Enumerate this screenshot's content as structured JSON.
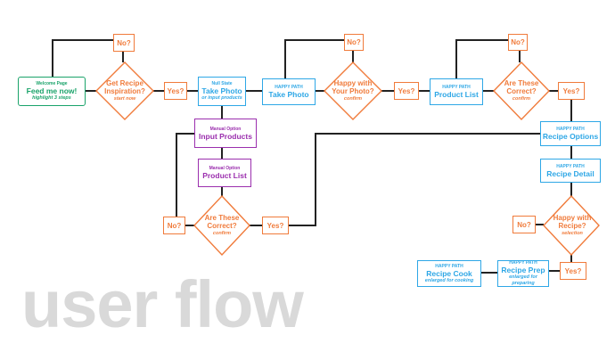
{
  "watermark": "user flow",
  "colors": {
    "line": "#222222",
    "green": "#1aa36a",
    "blue": "#2ea7e6",
    "purple": "#9b2fae",
    "orange": "#f07b3b",
    "watermark": "#d9d9d9"
  },
  "nodes": {
    "welcome": {
      "tag": "Welcome Page",
      "title": "Feed me now!",
      "sub": "highlight 3 steps"
    },
    "take_photo_null": {
      "tag": "Null State",
      "title": "Take Photo",
      "sub": "or input products"
    },
    "take_photo": {
      "tag": "HAPPY PATH",
      "title": "Take Photo"
    },
    "product_list": {
      "tag": "HAPPY PATH",
      "title": "Product List"
    },
    "input_products": {
      "tag": "Manual Option",
      "title": "Input Products"
    },
    "manual_product_list": {
      "tag": "Manual Option",
      "title": "Product List"
    },
    "recipe_options": {
      "tag": "HAPPY PATH",
      "title": "Recipe Options"
    },
    "recipe_detail": {
      "tag": "HAPPY PATH",
      "title": "Recipe Detail"
    },
    "recipe_cook": {
      "tag": "HAPPY PATH",
      "title": "Recipe Cook",
      "sub": "enlarged for cooking"
    },
    "recipe_prep": {
      "tag": "HAPPY PATH",
      "title": "Recipe Prep",
      "sub": "enlarged for preparing"
    }
  },
  "decisions": {
    "get_inspiration": {
      "title": "Get Recipe Inspiration?",
      "sub": "start now"
    },
    "happy_photo": {
      "title": "Happy with Your Photo?",
      "sub": "confirm"
    },
    "correct_top": {
      "title": "Are These Correct?",
      "sub": "confirm"
    },
    "correct_manual": {
      "title": "Are These Correct?",
      "sub": "confirm"
    },
    "happy_recipe": {
      "title": "Happy with Recipe?",
      "sub": "selection"
    }
  },
  "answers": {
    "yes": "Yes?",
    "no": "No?"
  }
}
